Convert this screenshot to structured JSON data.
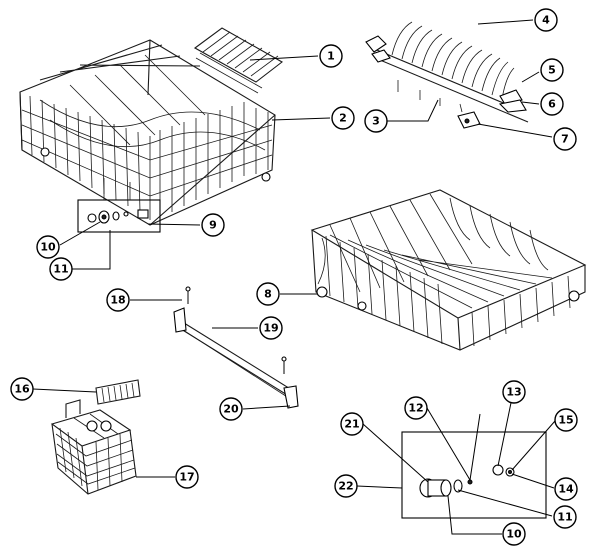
{
  "diagram": {
    "callouts": [
      {
        "id": "c1",
        "label": "1",
        "part": "upper-rack-wire-insert"
      },
      {
        "id": "c2",
        "label": "2",
        "part": "upper-rack"
      },
      {
        "id": "c3",
        "label": "3",
        "part": "tine-row-rod"
      },
      {
        "id": "c4",
        "label": "4",
        "part": "folding-tine-row"
      },
      {
        "id": "c5",
        "label": "5",
        "part": "tine-row-end-clip"
      },
      {
        "id": "c6",
        "label": "6",
        "part": "tine-row-pivot-clip"
      },
      {
        "id": "c7",
        "label": "7",
        "part": "tine-row-mounting-clip"
      },
      {
        "id": "c8",
        "label": "8",
        "part": "lower-rack"
      },
      {
        "id": "c9",
        "label": "9",
        "part": "upper-rack-roller-assembly"
      },
      {
        "id": "c10",
        "label": "10",
        "part": "roller-axle"
      },
      {
        "id": "c11",
        "label": "11",
        "part": "roller-washer"
      },
      {
        "id": "c12",
        "label": "12",
        "part": "roller-clip"
      },
      {
        "id": "c13",
        "label": "13",
        "part": "roller"
      },
      {
        "id": "c14",
        "label": "14",
        "part": "roller-retainer"
      },
      {
        "id": "c15",
        "label": "15",
        "part": "roller-bushing"
      },
      {
        "id": "c16",
        "label": "16",
        "part": "silverware-basket-cover"
      },
      {
        "id": "c17",
        "label": "17",
        "part": "silverware-basket"
      },
      {
        "id": "c18",
        "label": "18",
        "part": "track-stop-screw"
      },
      {
        "id": "c19",
        "label": "19",
        "part": "rack-track"
      },
      {
        "id": "c20",
        "label": "20",
        "part": "track-end-cap"
      },
      {
        "id": "c21",
        "label": "21",
        "part": "roller-stud"
      },
      {
        "id": "c22",
        "label": "22",
        "part": "lower-rack-roller-assembly"
      }
    ]
  }
}
